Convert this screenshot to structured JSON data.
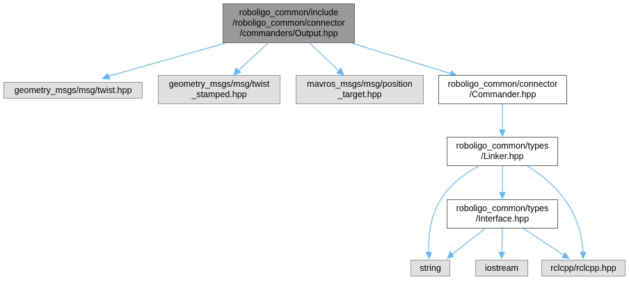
{
  "nodes": {
    "output": {
      "lines": [
        "roboligo_common/include",
        "/roboligo_common/connector",
        "/commanders/Output.hpp"
      ]
    },
    "twist": {
      "lines": [
        "geometry_msgs/msg/twist.hpp"
      ]
    },
    "twist_stamped": {
      "lines": [
        "geometry_msgs/msg/twist",
        "_stamped.hpp"
      ]
    },
    "position_target": {
      "lines": [
        "mavros_msgs/msg/position",
        "_target.hpp"
      ]
    },
    "commander": {
      "lines": [
        "roboligo_common/connector",
        "/Commander.hpp"
      ]
    },
    "linker": {
      "lines": [
        "roboligo_common/types",
        "/Linker.hpp"
      ]
    },
    "interface": {
      "lines": [
        "roboligo_common/types",
        "/Interface.hpp"
      ]
    },
    "string": {
      "lines": [
        "string"
      ]
    },
    "iostream": {
      "lines": [
        "iostream"
      ]
    },
    "rclcpp": {
      "lines": [
        "rclcpp/rclcpp.hpp"
      ]
    }
  },
  "colors": {
    "root_fill": "#999999",
    "external_fill": "#e0e0e0",
    "internal_fill": "#ffffff",
    "edge": "#63b8ff"
  }
}
